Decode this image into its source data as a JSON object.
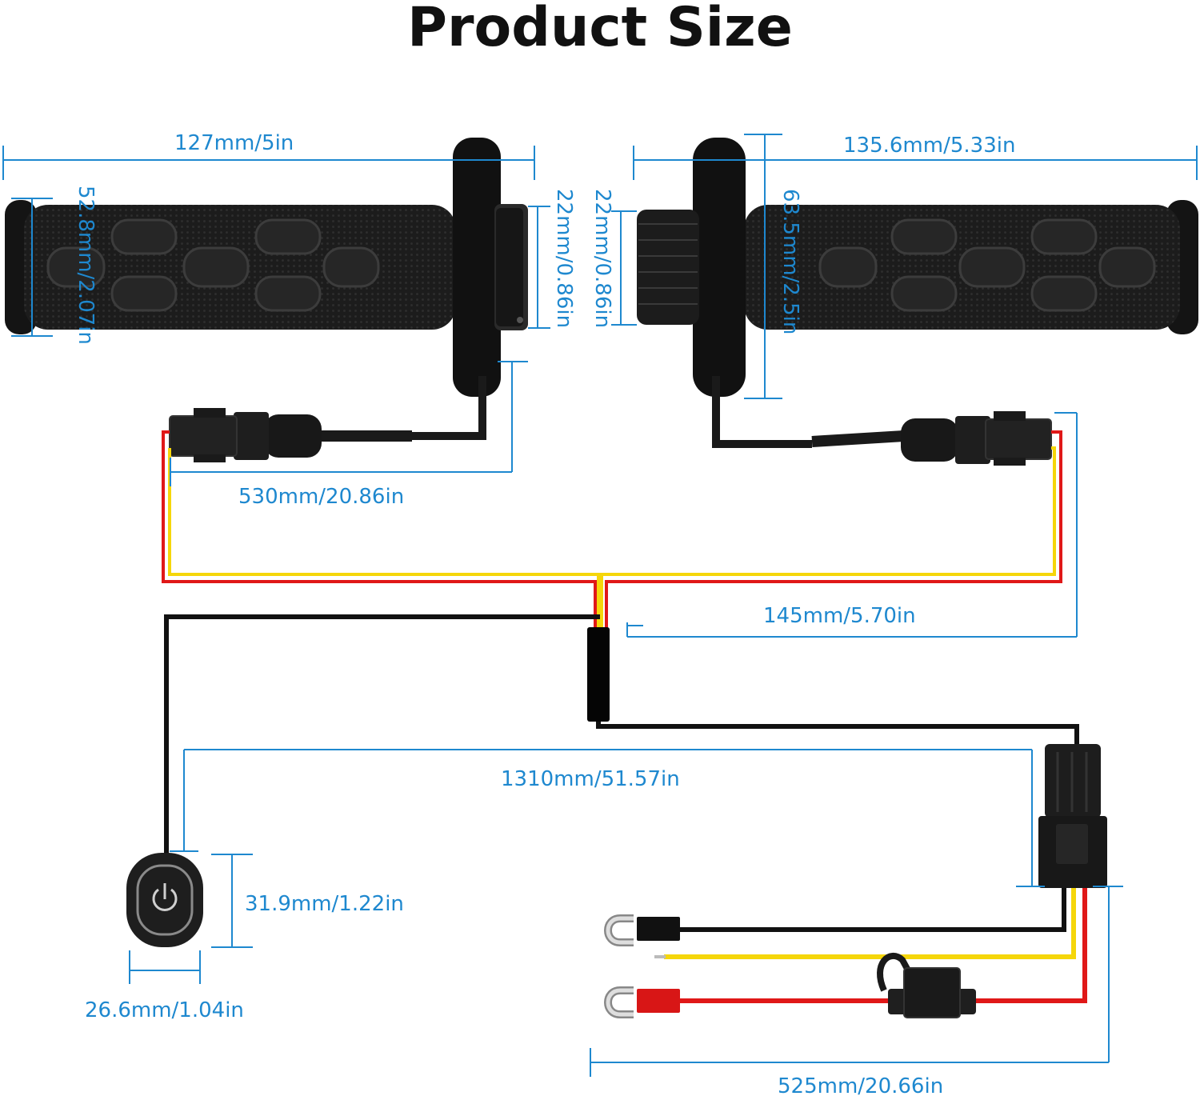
{
  "title": "Product Size",
  "colors": {
    "dimension": "#1e88cf",
    "grip": "#1b1b1b",
    "wire_red": "#e01818",
    "wire_yellow": "#f5d60a",
    "wire_black": "#111111"
  },
  "dimensions": {
    "left_grip_length": "127mm/5in",
    "right_grip_length": "135.6mm/5.33in",
    "left_grip_diameter": "52.8mm/2.07in",
    "left_bore": "22mm/0.86in",
    "right_bore": "22mm/0.86in",
    "right_flange_diameter": "63.5mm/2.5in",
    "cable_530": "530mm/20.86in",
    "cable_145": "145mm/5.70in",
    "cable_1310": "1310mm/51.57in",
    "switch_height": "31.9mm/1.22in",
    "switch_width": "26.6mm/1.04in",
    "cable_525": "525mm/20.66in"
  },
  "icons": {
    "switch": "power-icon"
  }
}
